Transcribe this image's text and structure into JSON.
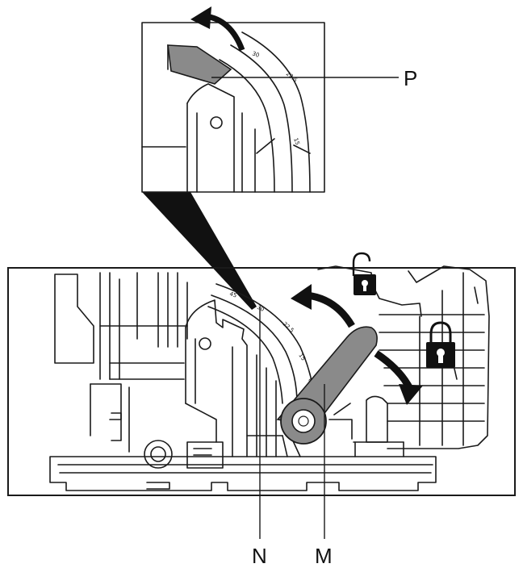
{
  "labels": {
    "p": "P",
    "n": "N",
    "m": "M"
  },
  "icons": {
    "unlock": "unlocked-padlock-icon",
    "lock": "locked-padlock-icon"
  },
  "colors": {
    "line": "#1a1a1a",
    "lever": "#8a8a8a",
    "arrow": "#111111",
    "background": "#ffffff"
  }
}
